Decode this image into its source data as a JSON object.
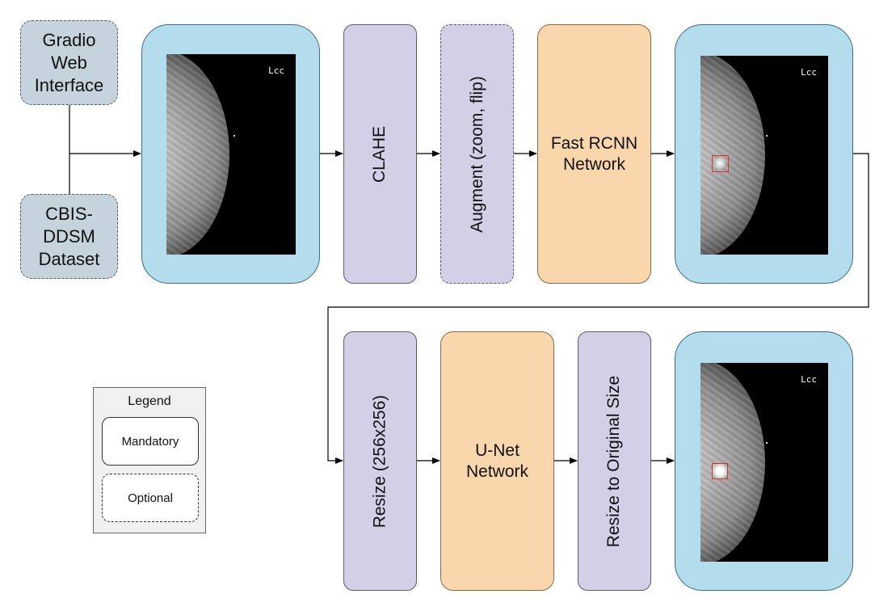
{
  "sources": {
    "gradio": "Gradio Web Interface",
    "cbis": "CBIS-DDSM Dataset"
  },
  "row1": {
    "clahe": "CLAHE",
    "augment": "Augment (zoom, flip)",
    "fast_rcnn": "Fast RCNN Network"
  },
  "row2": {
    "resize": "Resize (256x256)",
    "unet": "U-Net Network",
    "resize_original": "Resize to Original Size"
  },
  "mammogram_label": "Lcc",
  "legend": {
    "title": "Legend",
    "mandatory": "Mandatory",
    "optional": "Optional"
  },
  "colors": {
    "source_fill": "#c5d3dc",
    "image_card_fill": "#b3dcec",
    "process_fill": "#d2cfe6",
    "network_fill": "#fad6ac",
    "detection_box": "#e0302a"
  }
}
